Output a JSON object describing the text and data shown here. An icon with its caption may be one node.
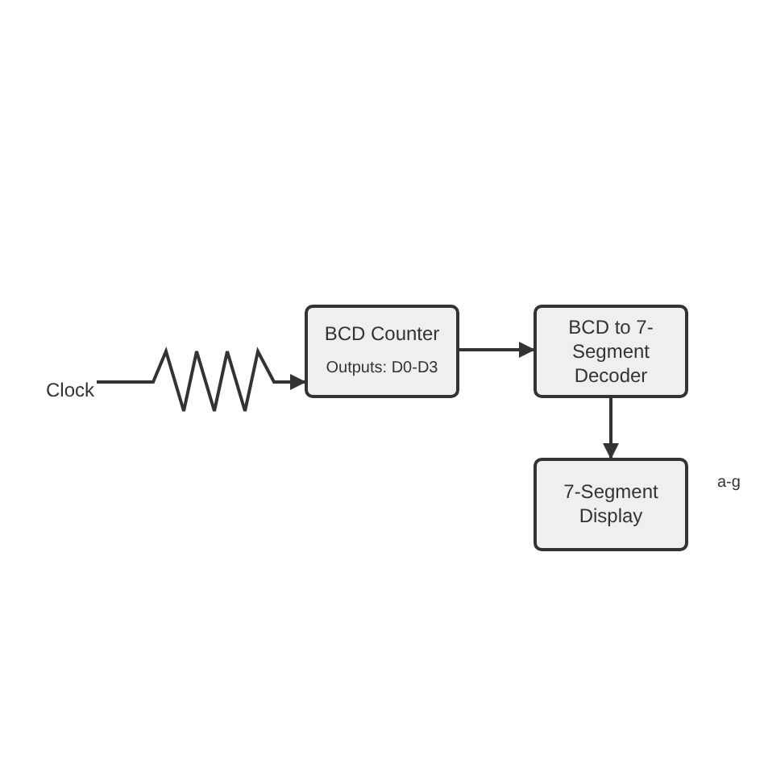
{
  "diagram": {
    "nodes": [
      {
        "text": [
          "Clock"
        ]
      },
      {
        "text": [
          "BCD Counter",
          "Outputs: D0-D3"
        ]
      },
      {
        "text": [
          "BCD to 7-Segment Decoder"
        ]
      },
      {
        "text": [
          "7-Segment Display"
        ]
      }
    ],
    "edges": [
      {
        "from": 0,
        "to": 1,
        "arrow": "to"
      },
      {
        "from": 1,
        "to": 2,
        "arrow": "to"
      },
      {
        "from": 2,
        "to": 3,
        "arrow": "to"
      }
    ],
    "labels": [
      "a-g"
    ]
  }
}
